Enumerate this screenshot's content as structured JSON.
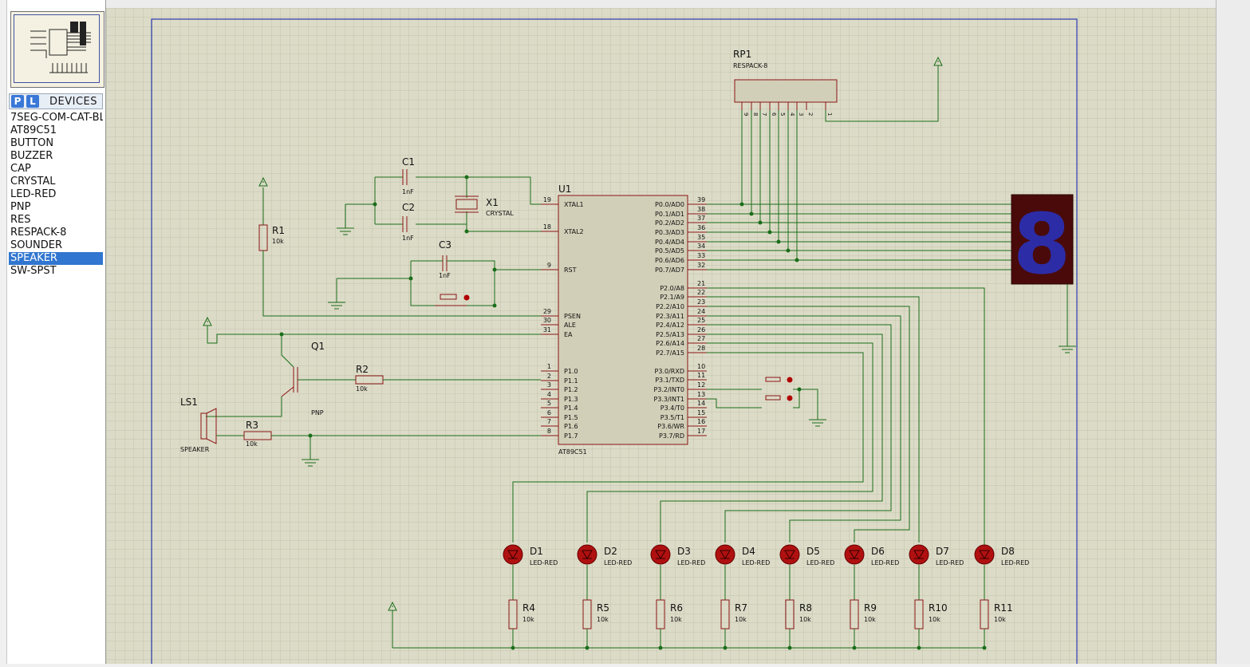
{
  "sidebar": {
    "pick_p": "P",
    "pick_l": "L",
    "title": "DEVICES",
    "devices": [
      {
        "label": "7SEG-COM-CAT-BL"
      },
      {
        "label": "AT89C51"
      },
      {
        "label": "BUTTON"
      },
      {
        "label": "BUZZER"
      },
      {
        "label": "CAP"
      },
      {
        "label": "CRYSTAL"
      },
      {
        "label": "LED-RED"
      },
      {
        "label": "PNP"
      },
      {
        "label": "RES"
      },
      {
        "label": "RESPACK-8"
      },
      {
        "label": "SOUNDER"
      },
      {
        "label": "SPEAKER",
        "selected": true
      },
      {
        "label": "SW-SPST"
      }
    ]
  },
  "schematic": {
    "colors": {
      "wire": "#1a6e1a",
      "part": "#8a1414",
      "grid": "#c4c3ad",
      "sheet": "#2a3ab0",
      "led": "#b01010",
      "seg": "#2c2ca6"
    },
    "u1": {
      "ref": "U1",
      "type": "AT89C51",
      "left_pins": [
        {
          "num": "19",
          "name": "XTAL1"
        },
        {
          "num": "18",
          "name": "XTAL2"
        },
        {
          "num": "9",
          "name": "RST"
        },
        {
          "num": "29",
          "name": "PSEN"
        },
        {
          "num": "30",
          "name": "ALE"
        },
        {
          "num": "31",
          "name": "EA"
        },
        {
          "num": "1",
          "name": "P1.0"
        },
        {
          "num": "2",
          "name": "P1.1"
        },
        {
          "num": "3",
          "name": "P1.2"
        },
        {
          "num": "4",
          "name": "P1.3"
        },
        {
          "num": "5",
          "name": "P1.4"
        },
        {
          "num": "6",
          "name": "P1.5"
        },
        {
          "num": "7",
          "name": "P1.6"
        },
        {
          "num": "8",
          "name": "P1.7"
        }
      ],
      "right_pins": [
        {
          "num": "39",
          "name": "P0.0/AD0"
        },
        {
          "num": "38",
          "name": "P0.1/AD1"
        },
        {
          "num": "37",
          "name": "P0.2/AD2"
        },
        {
          "num": "36",
          "name": "P0.3/AD3"
        },
        {
          "num": "35",
          "name": "P0.4/AD4"
        },
        {
          "num": "34",
          "name": "P0.5/AD5"
        },
        {
          "num": "33",
          "name": "P0.6/AD6"
        },
        {
          "num": "32",
          "name": "P0.7/AD7"
        },
        {
          "num": "21",
          "name": "P2.0/A8"
        },
        {
          "num": "22",
          "name": "P2.1/A9"
        },
        {
          "num": "23",
          "name": "P2.2/A10"
        },
        {
          "num": "24",
          "name": "P2.3/A11"
        },
        {
          "num": "25",
          "name": "P2.4/A12"
        },
        {
          "num": "26",
          "name": "P2.5/A13"
        },
        {
          "num": "27",
          "name": "P2.6/A14"
        },
        {
          "num": "28",
          "name": "P2.7/A15"
        },
        {
          "num": "10",
          "name": "P3.0/RXD"
        },
        {
          "num": "11",
          "name": "P3.1/TXD"
        },
        {
          "num": "12",
          "name": "P3.2/INT0"
        },
        {
          "num": "13",
          "name": "P3.3/INT1"
        },
        {
          "num": "14",
          "name": "P3.4/T0"
        },
        {
          "num": "15",
          "name": "P3.5/T1"
        },
        {
          "num": "16",
          "name": "P3.6/WR"
        },
        {
          "num": "17",
          "name": "P3.7/RD"
        }
      ]
    },
    "rp1": {
      "ref": "RP1",
      "type": "RESPACK-8",
      "pins": [
        "9",
        "8",
        "7",
        "6",
        "5",
        "4",
        "3",
        "2",
        "1"
      ]
    },
    "c1": {
      "ref": "C1",
      "value": "1nF"
    },
    "c2": {
      "ref": "C2",
      "value": "1nF"
    },
    "c3": {
      "ref": "C3",
      "value": "1nF"
    },
    "x1": {
      "ref": "X1",
      "type": "CRYSTAL"
    },
    "r1": {
      "ref": "R1",
      "value": "10k"
    },
    "r2": {
      "ref": "R2",
      "value": "10k"
    },
    "r3": {
      "ref": "R3",
      "value": "10k"
    },
    "q1": {
      "ref": "Q1",
      "type": "PNP"
    },
    "ls1": {
      "ref": "LS1",
      "type": "SPEAKER"
    },
    "seg_digit": "8",
    "leds": [
      {
        "ref": "D1",
        "type": "LED-RED"
      },
      {
        "ref": "D2",
        "type": "LED-RED"
      },
      {
        "ref": "D3",
        "type": "LED-RED"
      },
      {
        "ref": "D4",
        "type": "LED-RED"
      },
      {
        "ref": "D5",
        "type": "LED-RED"
      },
      {
        "ref": "D6",
        "type": "LED-RED"
      },
      {
        "ref": "D7",
        "type": "LED-RED"
      },
      {
        "ref": "D8",
        "type": "LED-RED"
      }
    ],
    "led_resistors": [
      {
        "ref": "R4",
        "value": "10k"
      },
      {
        "ref": "R5",
        "value": "10k"
      },
      {
        "ref": "R6",
        "value": "10k"
      },
      {
        "ref": "R7",
        "value": "10k"
      },
      {
        "ref": "R8",
        "value": "10k"
      },
      {
        "ref": "R9",
        "value": "10k"
      },
      {
        "ref": "R10",
        "value": "10k"
      },
      {
        "ref": "R11",
        "value": "10k"
      }
    ]
  }
}
